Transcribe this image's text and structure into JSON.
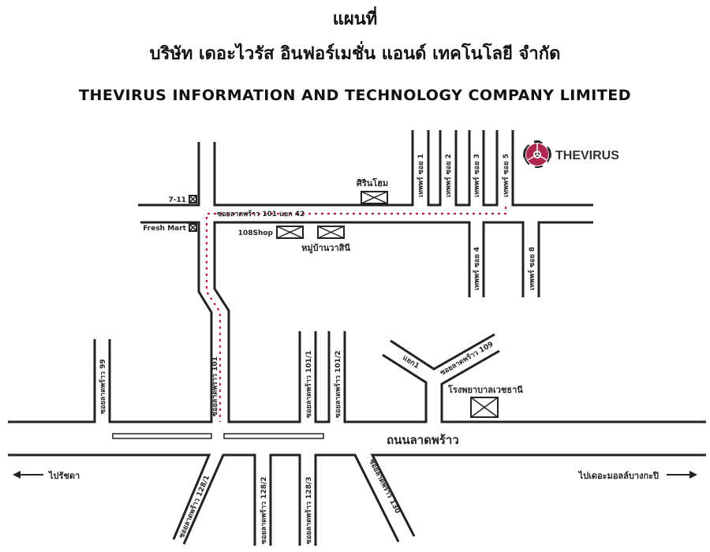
{
  "header": {
    "title": "แผนที่",
    "company_th": "บริษัท เดอะไวรัส อินฟอร์เมชั่น แอนด์ เทคโนโลยี จำกัด",
    "company_en": "THEVIRUS INFORMATION AND TECHNOLOGY COMPANY LIMITED"
  },
  "logo": {
    "text": "THEVIRUS",
    "icon": "biohazard-icon",
    "color": "#b0284f"
  },
  "route_color": "#c2185b",
  "landmarks": {
    "seven_eleven": "7-11",
    "fresh_mart": "Fresh Mart",
    "sirin_home": "ศิรินโฮม",
    "shop108": "108Shop",
    "village": "หมู่บ้านวาสินี",
    "hospital": "โรงพยาบาลเวชธานี"
  },
  "roads": {
    "soi101_42": "ซอยลาดพร้าว 101 แยก 42",
    "thepporn1": "เทพพร์ ซอย 1",
    "thepporn2": "เทพพร์ ซอย 2",
    "thepporn3": "เทพพร์ ซอย 3",
    "thepporn5": "เทพพร์ ซอย 5",
    "thepporn4": "เทพพร์ ซอย 4",
    "thepporn8": "เทพพร์ ซอย 8",
    "soi99": "ซอยลาดพร้าว 99",
    "soi101": "ซอยลาดพร้าว 101",
    "soi101_1": "ซอยลาดพร้าว 101/1",
    "soi101_2": "ซอยลาดพร้าว 101/2",
    "yaek1": "แยก1",
    "soi109": "ซอยลาดพร้าว 109",
    "main_road": "ถนนลาดพร้าว",
    "soi128_1": "ซอยลาดพร้าว 128/1",
    "soi128_2": "ซอยลาดพร้าว 128/2",
    "soi128_3": "ซอยลาดพร้าว 128/3",
    "soi130": "ซอยลาดพร้าว 130"
  },
  "directions": {
    "left": "ไปรัชดา",
    "right": "ไปเดอะมอลล์บางกะปิ"
  }
}
